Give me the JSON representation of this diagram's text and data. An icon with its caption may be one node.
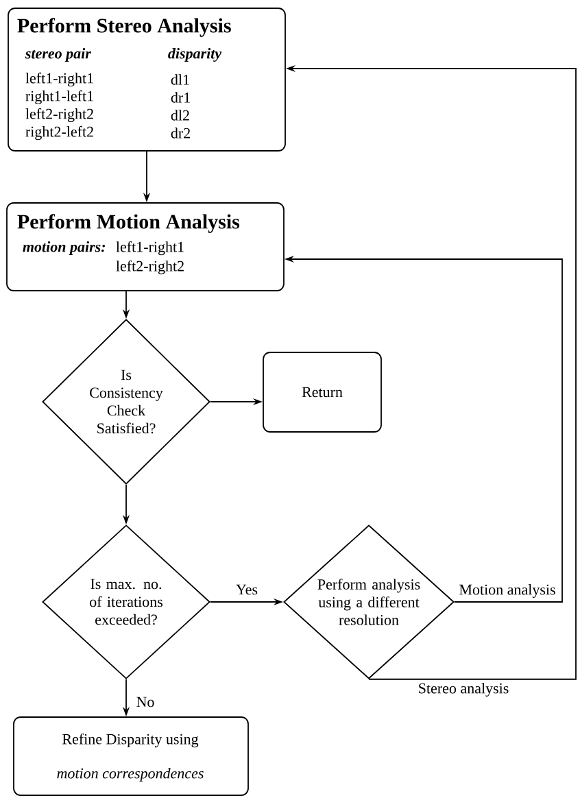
{
  "diagram": {
    "nodes": [
      {
        "text": [
          "Perform Stereo Analysis",
          "stereo pair",
          "disparity",
          "left1-right1",
          "dl1",
          "right1-left1",
          "dr1",
          "left2-right2",
          "dl2",
          "right2-left2",
          "dr2"
        ]
      },
      {
        "text": [
          "Perform Motion Analysis",
          "motion pairs:",
          "left1-right1",
          "left2-right2"
        ]
      },
      {
        "text": [
          "Is Consistency Check Satisfied?"
        ]
      },
      {
        "text": [
          "Return"
        ]
      },
      {
        "text": [
          "Is max. no. of iterations exceeded?"
        ]
      },
      {
        "text": [
          "Perform analysis using a different resolution"
        ]
      },
      {
        "text": [
          "Refine Disparity using",
          "motion correspondences"
        ]
      }
    ],
    "edges": [
      {
        "from": 0,
        "to": 1,
        "arrow": "to"
      },
      {
        "from": 1,
        "to": 2,
        "arrow": "to"
      },
      {
        "from": 2,
        "to": 3,
        "arrow": "to"
      },
      {
        "from": 2,
        "to": 4,
        "arrow": "to"
      },
      {
        "from": 4,
        "to": 5,
        "arrow": "to",
        "label": "Yes"
      },
      {
        "from": 5,
        "to": 1,
        "arrow": "to",
        "label": "Motion analysis"
      },
      {
        "from": 5,
        "to": 0,
        "arrow": "to",
        "label": "Stereo analysis"
      },
      {
        "from": 4,
        "to": 6,
        "arrow": "to",
        "label": "No"
      }
    ]
  }
}
